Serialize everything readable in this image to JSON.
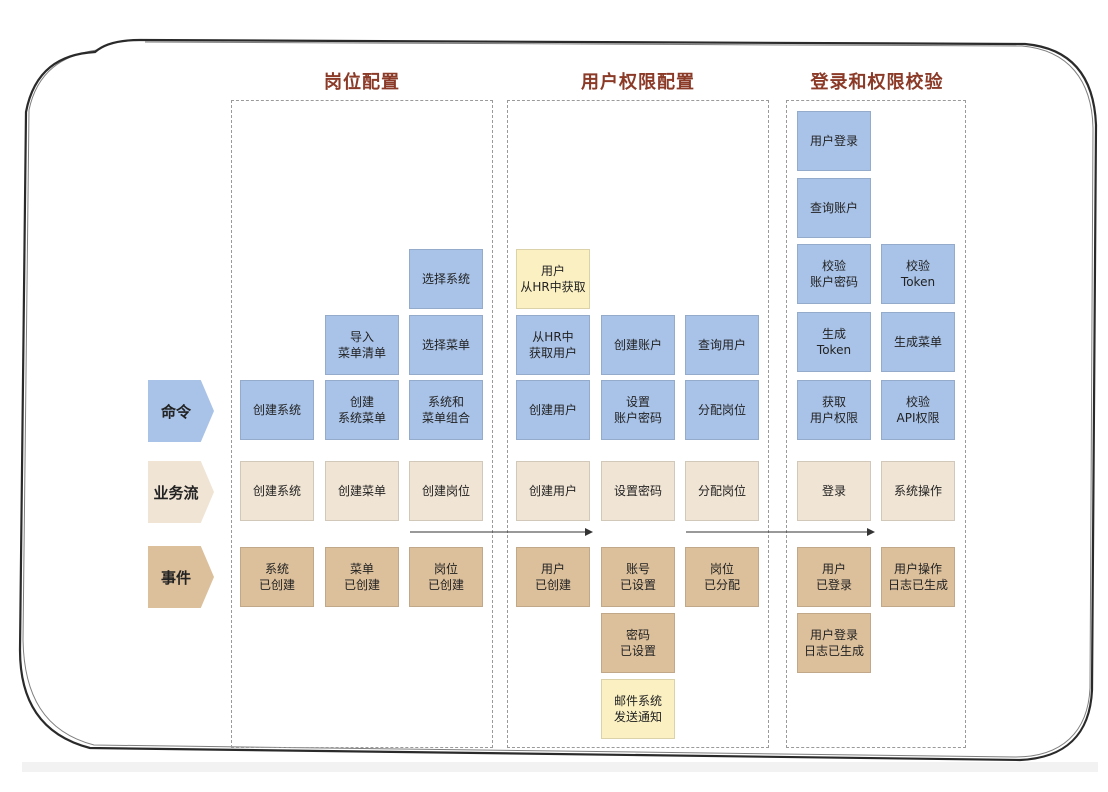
{
  "sections": [
    {
      "title": "岗位配置"
    },
    {
      "title": "用户权限配置"
    },
    {
      "title": "登录和权限校验"
    }
  ],
  "rows": {
    "command": "命令",
    "flow": "业务流",
    "event": "事件"
  },
  "cards": {
    "pos_select_system": "选择系统",
    "pos_import_menu": "导入\n菜单清单",
    "pos_select_menu": "选择菜单",
    "pos_create_system_cmd": "创建系统",
    "pos_create_system_menu": "创建\n系统菜单",
    "pos_system_menu_combo": "系统和\n菜单组合",
    "pos_flow_create_system": "创建系统",
    "pos_flow_create_menu": "创建菜单",
    "pos_flow_create_position": "创建岗位",
    "pos_evt_system_created": "系统\n已创建",
    "pos_evt_menu_created": "菜单\n已创建",
    "pos_evt_position_created": "岗位\n已创建",
    "usr_note_from_hr": "用户\n从HR中获取",
    "usr_get_user_from_hr": "从HR中\n获取用户",
    "usr_create_account": "创建账户",
    "usr_query_user": "查询用户",
    "usr_create_user_cmd": "创建用户",
    "usr_set_account_password": "设置\n账户密码",
    "usr_assign_position_cmd": "分配岗位",
    "usr_flow_create_user": "创建用户",
    "usr_flow_set_password": "设置密码",
    "usr_flow_assign_position": "分配岗位",
    "usr_evt_user_created": "用户\n已创建",
    "usr_evt_account_set": "账号\n已设置",
    "usr_evt_position_assigned": "岗位\n已分配",
    "usr_evt_password_set": "密码\n已设置",
    "usr_note_email_notify": "邮件系统\n发送通知",
    "auth_user_login": "用户登录",
    "auth_query_account": "查询账户",
    "auth_verify_account_password": "校验\n账户密码",
    "auth_verify_token": "校验\nToken",
    "auth_generate_token": "生成\nToken",
    "auth_generate_menu": "生成菜单",
    "auth_get_user_permission": "获取\n用户权限",
    "auth_verify_api_permission": "校验\nAPI权限",
    "auth_flow_login": "登录",
    "auth_flow_system_operation": "系统操作",
    "auth_evt_user_logged_in": "用户\n已登录",
    "auth_evt_operation_log": "用户操作\n日志已生成",
    "auth_evt_login_log": "用户登录\n日志已生成"
  },
  "colors": {
    "command": "#a9c3e8",
    "flow": "#f0e4d4",
    "event": "#dcc09c",
    "note": "#fbf0c2",
    "title": "#8b3a27"
  }
}
